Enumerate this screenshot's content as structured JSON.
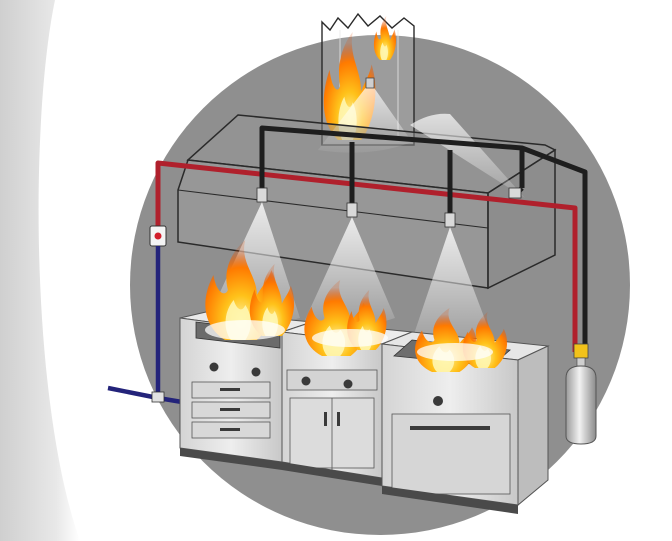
{
  "figure": {
    "theme": "kitchen-hood-fire-suppression-system",
    "components": [
      {
        "id": "backdrop-circle",
        "icon": "circle"
      },
      {
        "id": "exhaust-hood",
        "icon": "hood"
      },
      {
        "id": "exhaust-duct",
        "icon": "duct"
      },
      {
        "id": "griddle-station",
        "icon": "griddle"
      },
      {
        "id": "range-station",
        "icon": "range"
      },
      {
        "id": "fryer-station",
        "icon": "fryer"
      },
      {
        "id": "suppression-cylinder",
        "icon": "gas-cylinder"
      },
      {
        "id": "manual-pull-station",
        "icon": "pull-station"
      },
      {
        "id": "detection-line",
        "icon": "pipe"
      },
      {
        "id": "agent-distribution-piping",
        "icon": "pipe"
      },
      {
        "id": "gas-shutoff-line",
        "icon": "pipe"
      },
      {
        "id": "spray-nozzles",
        "count": 5,
        "icon": "nozzle"
      },
      {
        "id": "fires",
        "count": 4,
        "icon": "flame"
      }
    ],
    "colors": {
      "page_background": "#ffffff",
      "left_band": "#d9d9d9",
      "circle": "#8f8f8f",
      "hood_outline": "#2a2a2a",
      "detection_line": "#b0202c",
      "distribution_line": "#1e1e1e",
      "gas_line": "#23237a",
      "steel_light": "#e3e3e3",
      "steel_mid": "#bfbfbf",
      "steel_dark": "#8c8c8c",
      "flame_outer": "#ff7a00",
      "flame_inner": "#ffd23a",
      "spray": "#ffffff"
    }
  }
}
